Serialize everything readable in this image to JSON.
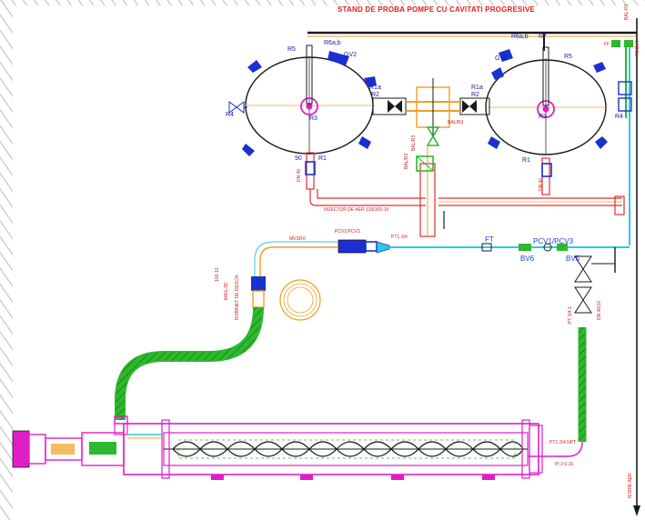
{
  "drawing": {
    "title": "STAND DE PROBA POMPE CU CAVITATI PROGRESIVE",
    "tanks": {
      "left": {
        "labels": [
          "R5",
          "R6a,b",
          "GV2",
          "R1a",
          "R2",
          "R3",
          "R4",
          "R1",
          "90"
        ]
      },
      "right": {
        "labels": [
          "R6a,b",
          "R7",
          "GV2",
          "R5",
          "R1a",
          "R2",
          "R3",
          "R4",
          "R1"
        ]
      }
    },
    "instruments": {
      "ft": "FT",
      "pcv": "PCV1/PCV3",
      "bv6": "BV6",
      "bv5": "BV5",
      "ff": "FF",
      "air_out": "IESIRE AER",
      "air_injector": "INJECTOR DE AER 130/100-10",
      "pipe_hose": "MVSRX"
    },
    "colors": {
      "frame": "#b8b8b8",
      "red_pipe": "#e03030",
      "cyan_pipe": "#2ec8e6",
      "green_hose": "#2eb82e",
      "magenta_pump": "#e01ec8",
      "orange_pipe": "#f0a020",
      "tank_line": "#1a1a1a",
      "blue_valve": "#1a30d0",
      "title_red": "#e0201b"
    },
    "icons": [
      "valve-icon",
      "pump-icon",
      "tank-icon",
      "flow-meter-icon",
      "arrow-down-icon"
    ]
  }
}
